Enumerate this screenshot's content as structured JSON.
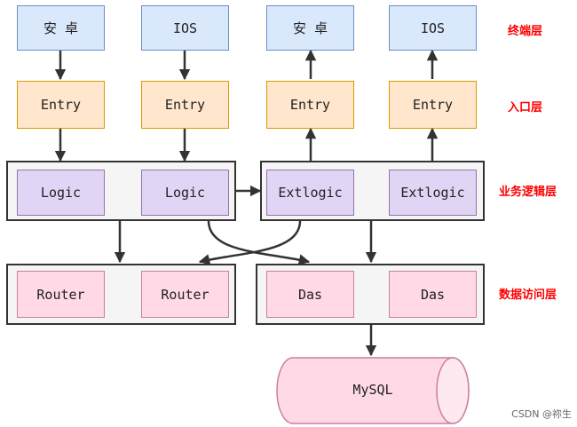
{
  "layers": {
    "client": "终端层",
    "entry": "入口层",
    "logic": "业务逻辑层",
    "data": "数据访问层"
  },
  "clients": [
    "安 卓",
    "IOS",
    "安 卓",
    "IOS"
  ],
  "entries": [
    "Entry",
    "Entry",
    "Entry",
    "Entry"
  ],
  "logic": [
    "Logic",
    "Logic",
    "Extlogic",
    "Extlogic"
  ],
  "routers": [
    "Router",
    "Router"
  ],
  "das": [
    "Das",
    "Das"
  ],
  "database": "MySQL",
  "watermark": "CSDN @祢生"
}
